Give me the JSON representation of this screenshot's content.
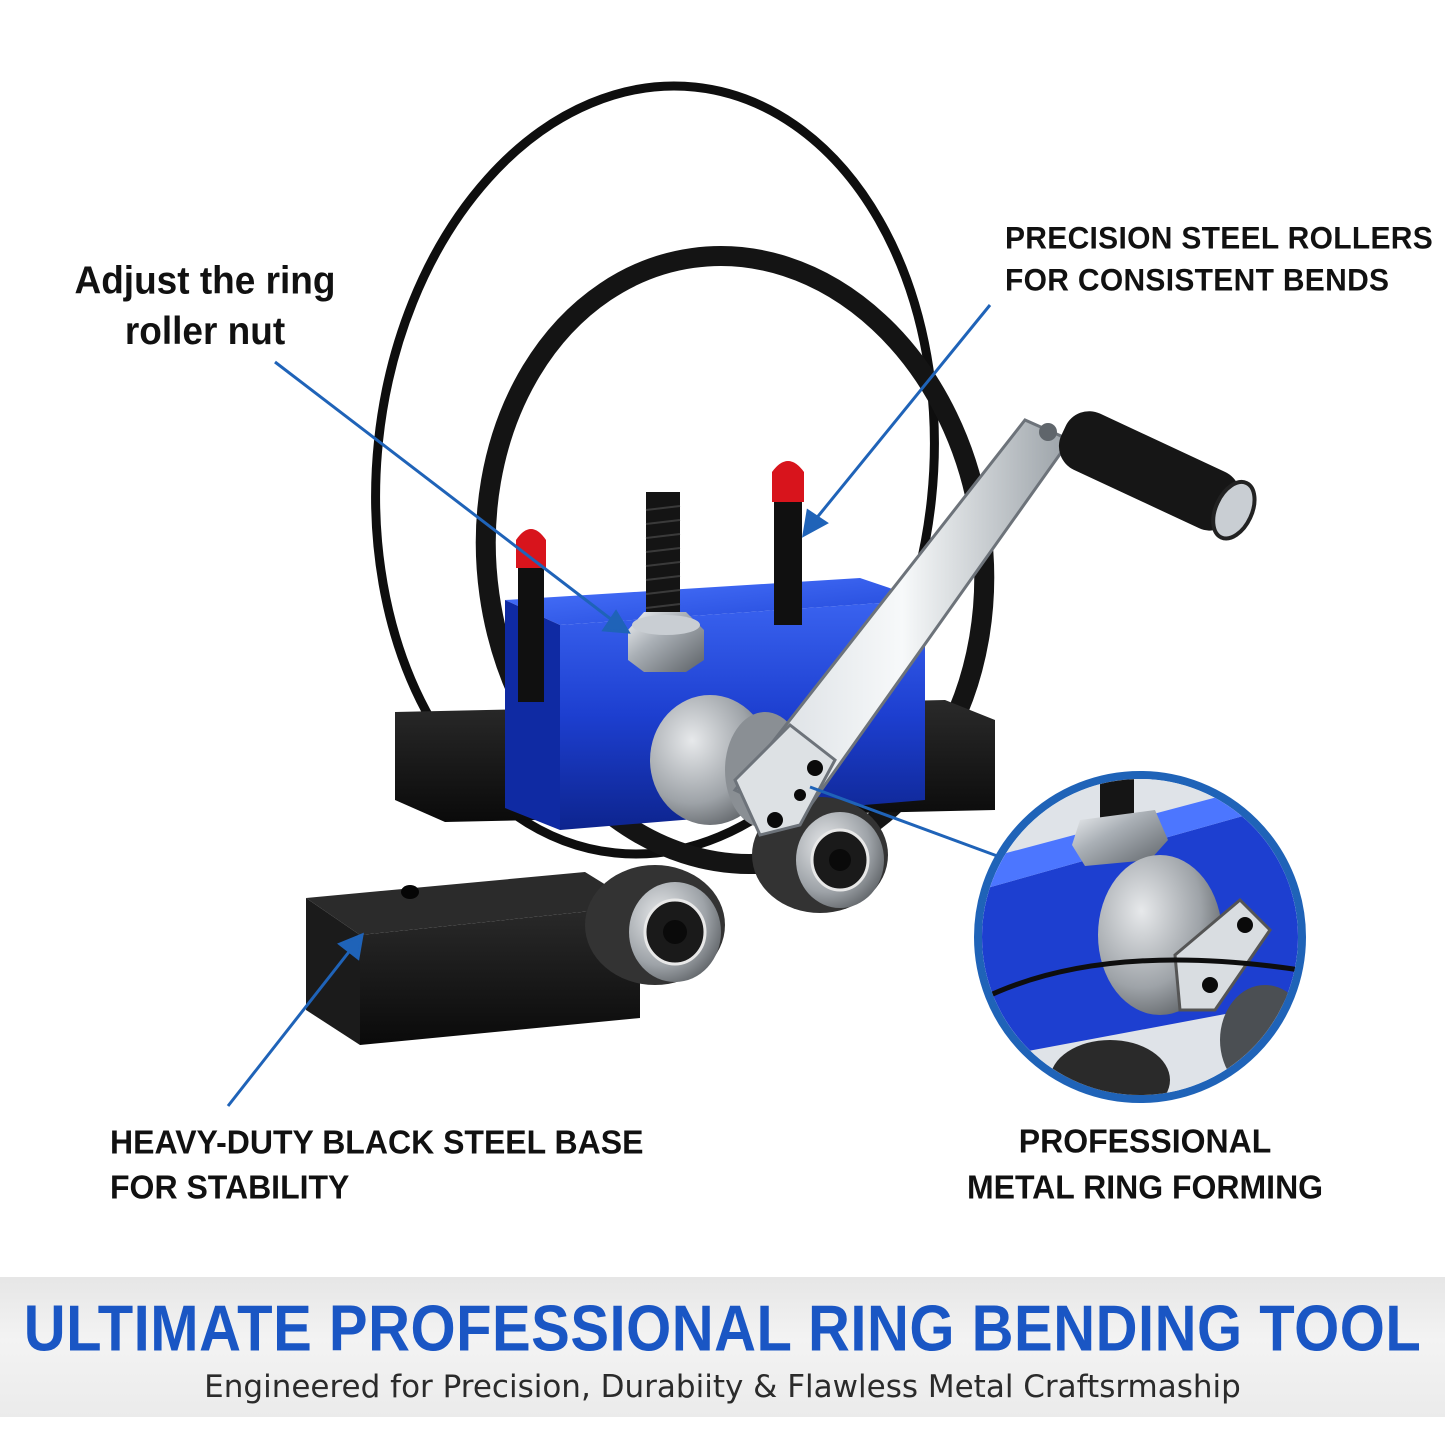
{
  "callouts": {
    "nut": {
      "line1": "Adjust the ring",
      "line2": "roller nut"
    },
    "rollers": {
      "line1": "PRECISION STEEL ROLLERS",
      "line2": "FOR CONSISTENT BENDS"
    },
    "base": {
      "line1": "HEAVY-DUTY BLACK STEEL BASE",
      "line2": "FOR STABILITY"
    },
    "forming": {
      "line1": "PROFESSIONAL",
      "line2": "METAL RING FORMING"
    }
  },
  "banner": {
    "title": "ULTIMATE PROFESSIONAL RING BENDING TOOL",
    "subtitle": "Engineered for Precision, Durabiity & Flawless Metal Craftsrmaship"
  },
  "colors": {
    "title_blue": "#1a56c4",
    "pointer_blue": "#1f63b8",
    "body_blue": "#1d3fd0",
    "base_black": "#141414",
    "cap_red": "#d8141c"
  }
}
